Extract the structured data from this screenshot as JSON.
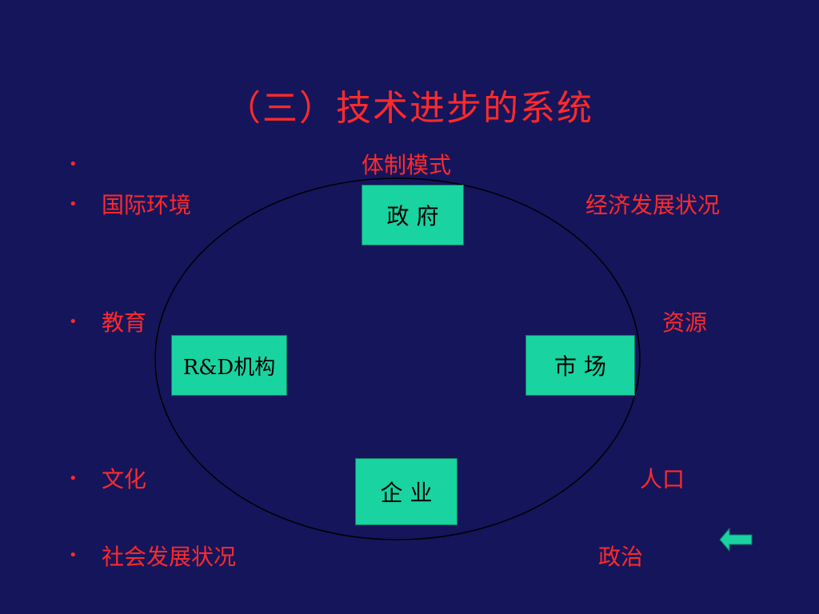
{
  "title": "（三）技术进步的系统",
  "labels": {
    "institution": "体制模式",
    "international": "国际环境",
    "economy": "经济发展状况",
    "education": "教育",
    "resources": "资源",
    "culture": "文化",
    "population": "人口",
    "social": "社会发展状况",
    "politics": "政治"
  },
  "nodes": {
    "government": "政  府",
    "rnd": "R&D机构",
    "market": "市  场",
    "enterprise": "企  业"
  },
  "bullet_char": "•",
  "colors": {
    "background": "#15155c",
    "text": "#ff2a2a",
    "box": "#19d3a1",
    "arrow": "#19d3a1"
  },
  "icons": {
    "back": "left-arrow-icon"
  }
}
